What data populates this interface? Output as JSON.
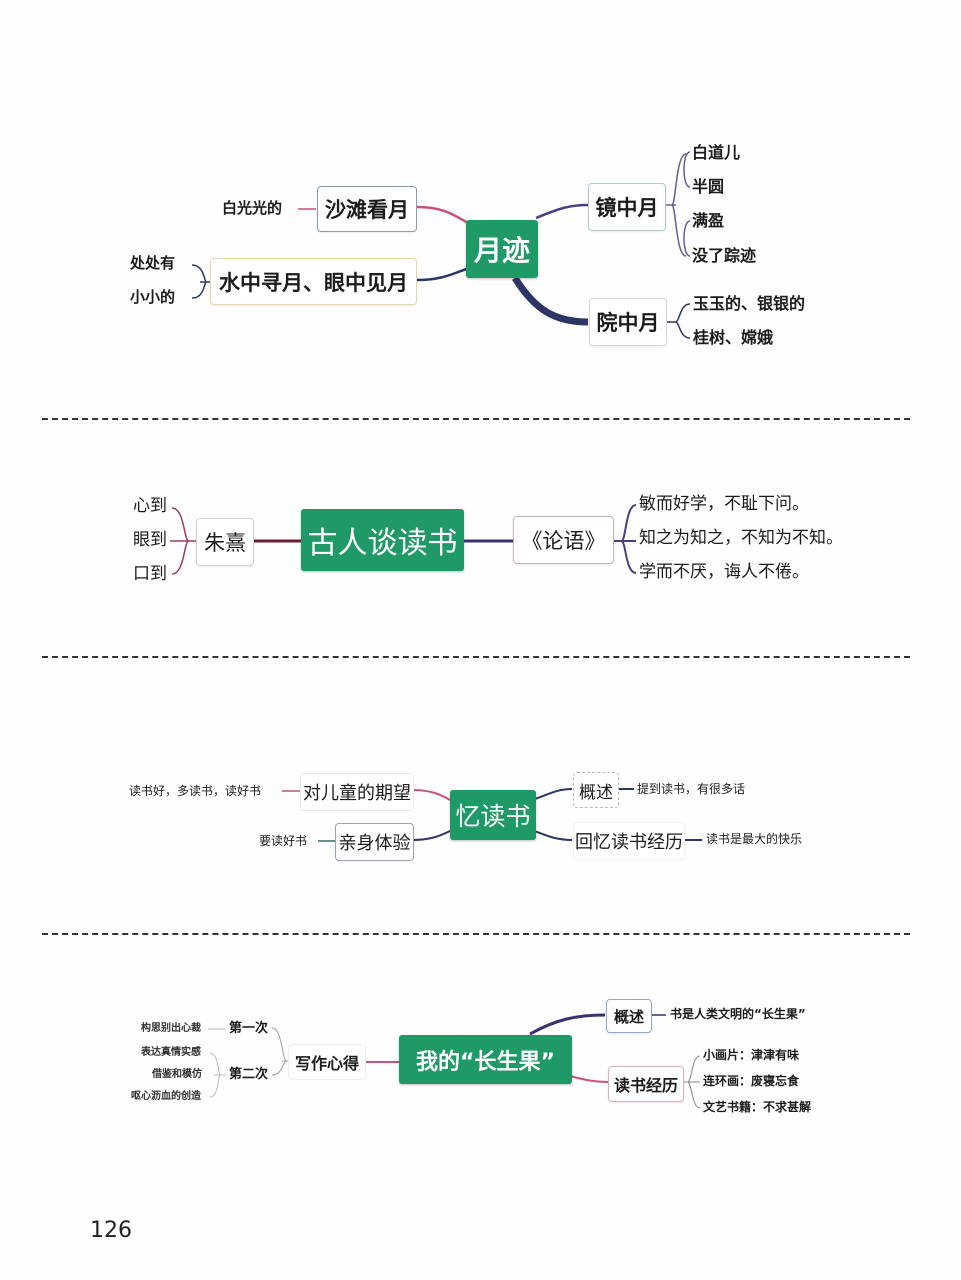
{
  "page_number": "126",
  "maps": [
    {
      "root": "月迹",
      "left": [
        {
          "label": "沙滩看月",
          "leaves": [
            "白光光的"
          ]
        },
        {
          "label": "水中寻月、眼中见月",
          "leaves": [
            "处处有",
            "小小的"
          ]
        }
      ],
      "right": [
        {
          "label": "镜中月",
          "leaves": [
            "白道儿",
            "半圆",
            "满盈",
            "没了踪迹"
          ]
        },
        {
          "label": "院中月",
          "leaves": [
            "玉玉的、银银的",
            "桂树、嫦娥"
          ]
        }
      ]
    },
    {
      "root": "古人谈读书",
      "left": [
        {
          "label": "朱熹",
          "leaves": [
            "心到",
            "眼到",
            "口到"
          ]
        }
      ],
      "right": [
        {
          "label": "《论语》",
          "leaves": [
            "敏而好学，不耻下问。",
            "知之为知之，不知为不知。",
            "学而不厌，诲人不倦。"
          ]
        }
      ]
    },
    {
      "root": "忆读书",
      "left": [
        {
          "label": "对儿童的期望",
          "leaves": [
            "读书好，多读书，读好书"
          ]
        },
        {
          "label": "亲身体验",
          "leaves": [
            "要读好书"
          ]
        }
      ],
      "right": [
        {
          "label": "概述",
          "leaves": [
            "提到读书，有很多话"
          ]
        },
        {
          "label": "回忆读书经历",
          "leaves": [
            "读书是最大的快乐"
          ]
        }
      ]
    },
    {
      "root": "我的“长生果”",
      "left": [
        {
          "label": "写作心得",
          "children": [
            {
              "label": "第一次",
              "leaves": [
                "构思别出心裁"
              ]
            },
            {
              "label": "第二次",
              "leaves": [
                "表达真情实感",
                "借鉴和模仿",
                "呕心沥血的创造"
              ]
            }
          ]
        }
      ],
      "right": [
        {
          "label": "概述",
          "leaves": [
            "书是人类文明的“长生果”"
          ]
        },
        {
          "label": "读书经历",
          "leaves": [
            "小画片：津津有味",
            "连环画：废寝忘食",
            "文艺书籍：不求甚解"
          ]
        }
      ]
    }
  ],
  "colors": {
    "root_fill": "#1f9a67",
    "root_text": "#ffffff",
    "branch_pink": "#c9517a",
    "branch_navy": "#2c3566",
    "branch_purple": "#5a3e8c",
    "divider": "#333333"
  }
}
